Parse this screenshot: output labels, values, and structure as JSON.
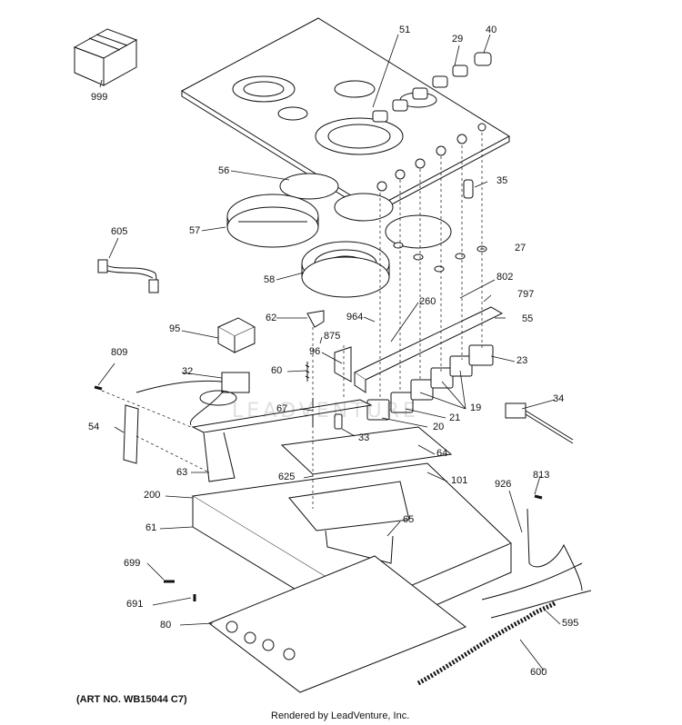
{
  "callouts": [
    "51",
    "29",
    "40",
    "999",
    "35",
    "56",
    "57",
    "605",
    "27",
    "58",
    "802",
    "797",
    "260",
    "55",
    "62",
    "964",
    "95",
    "875",
    "809",
    "96",
    "23",
    "32",
    "60",
    "34",
    "19",
    "54",
    "67",
    "21",
    "20",
    "33",
    "64",
    "63",
    "625",
    "101",
    "926",
    "813",
    "200",
    "61",
    "65",
    "699",
    "691",
    "80",
    "595",
    "600"
  ],
  "footer": {
    "art_no": "(ART NO. WB15044 C7)",
    "credit": "Rendered by LeadVenture, Inc."
  },
  "watermark": "LEADVENTURE"
}
